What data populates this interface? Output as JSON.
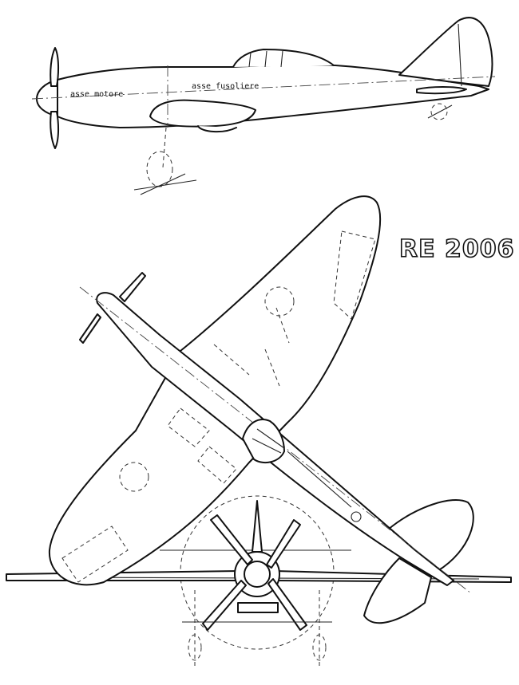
{
  "diagram": {
    "title": "RE 2006",
    "side_view": {
      "label_engine_axis": "asse motore",
      "label_fuselage_axis": "asse fusoliere"
    }
  }
}
